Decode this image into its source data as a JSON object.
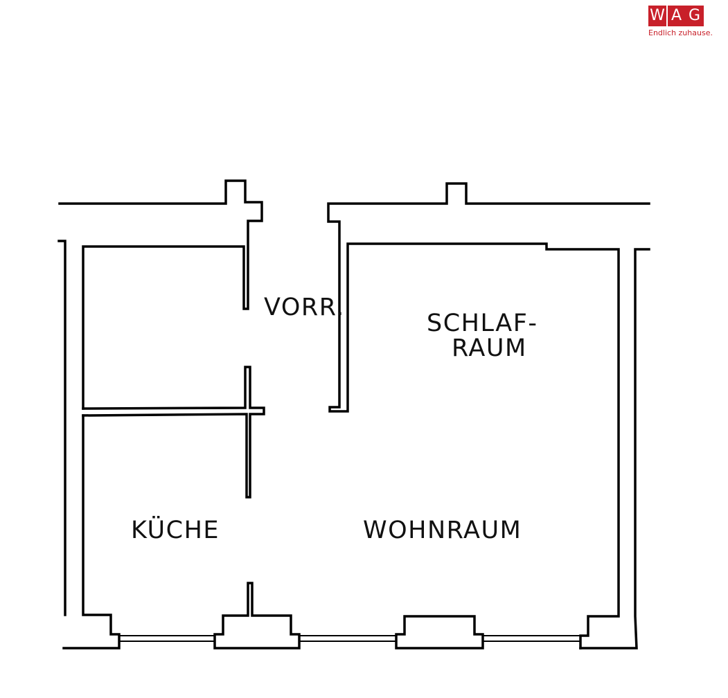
{
  "logo": {
    "letters": [
      "W",
      "A",
      "G"
    ],
    "slogan": "Endlich zuhause.",
    "brand_color": "#c8202a"
  },
  "rooms": {
    "vorraum": "VORR.",
    "schlafraum_line1": "SCHLAF-",
    "schlafraum_line2": "RAUM",
    "kueche": "KÜCHE",
    "wohnraum": "WOHNRAUM"
  }
}
